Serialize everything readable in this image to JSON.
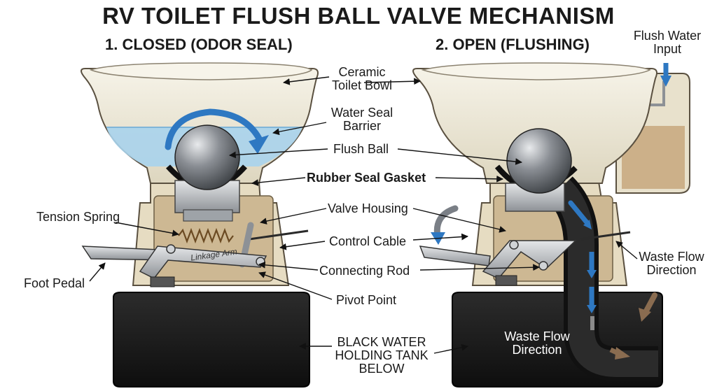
{
  "title": "RV TOILET FLUSH BALL VALVE MECHANISM",
  "panels": {
    "closed": {
      "heading": "1. CLOSED (ODOR SEAL)"
    },
    "open": {
      "heading": "2. OPEN (FLUSHING)"
    }
  },
  "labels": {
    "ceramic_bowl": "Ceramic\nToilet Bowl",
    "water_seal": "Water Seal\nBarrier",
    "flush_ball": "Flush Ball",
    "rubber_seal": "Rubber Seal Gasket",
    "valve_housing": "Valve Housing",
    "control_cable": "Control Cable",
    "connecting_rod": "Connecting Rod",
    "pivot_point": "Pivot Point",
    "tension_spring": "Tension Spring",
    "foot_pedal": "Foot Pedal",
    "linkage_arm": "Linkage Arm",
    "black_tank": "BLACK WATER\nHOLDING TANK\nBELOW",
    "flush_water": "Flush Water\nInput",
    "waste_flow_right": "Waste Flow\nDirection",
    "waste_flow_tank": "Waste Flow\nDirection"
  },
  "colors": {
    "water": "#a9d3ec",
    "flow_blue": "#2e78c2",
    "tank": "#1d1d1d",
    "ceramic": "#efead9",
    "housing": "#d9c9a8",
    "metal": "#b8bcc2",
    "ball": "#8a8e94",
    "waste": "#c9ab82",
    "arrow_brown": "#8a6c50"
  }
}
